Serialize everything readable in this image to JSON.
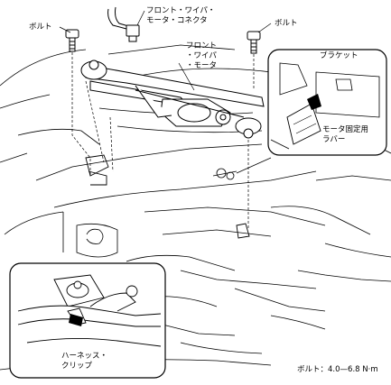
{
  "labels": {
    "bolt_left": "ボルト",
    "bolt_right": "ボルト",
    "connector_line1": "フロント・ワイパ・",
    "connector_line2": "モータ・コネクタ",
    "motor_line1": "フロント",
    "motor_line2": "・ワイパ",
    "motor_line3": "・モータ",
    "bracket": "ブラケット",
    "rubber_line1": "モータ固定用",
    "rubber_line2": "ラバー",
    "harness_line1": "ハーネッス・",
    "harness_line2": "クリップ"
  },
  "torque": {
    "prefix": "ボルト：",
    "value": "4.0—6.8 N·m"
  },
  "colors": {
    "ink": "#000000",
    "paper": "#ffffff",
    "shade": "#c8c8c8"
  }
}
